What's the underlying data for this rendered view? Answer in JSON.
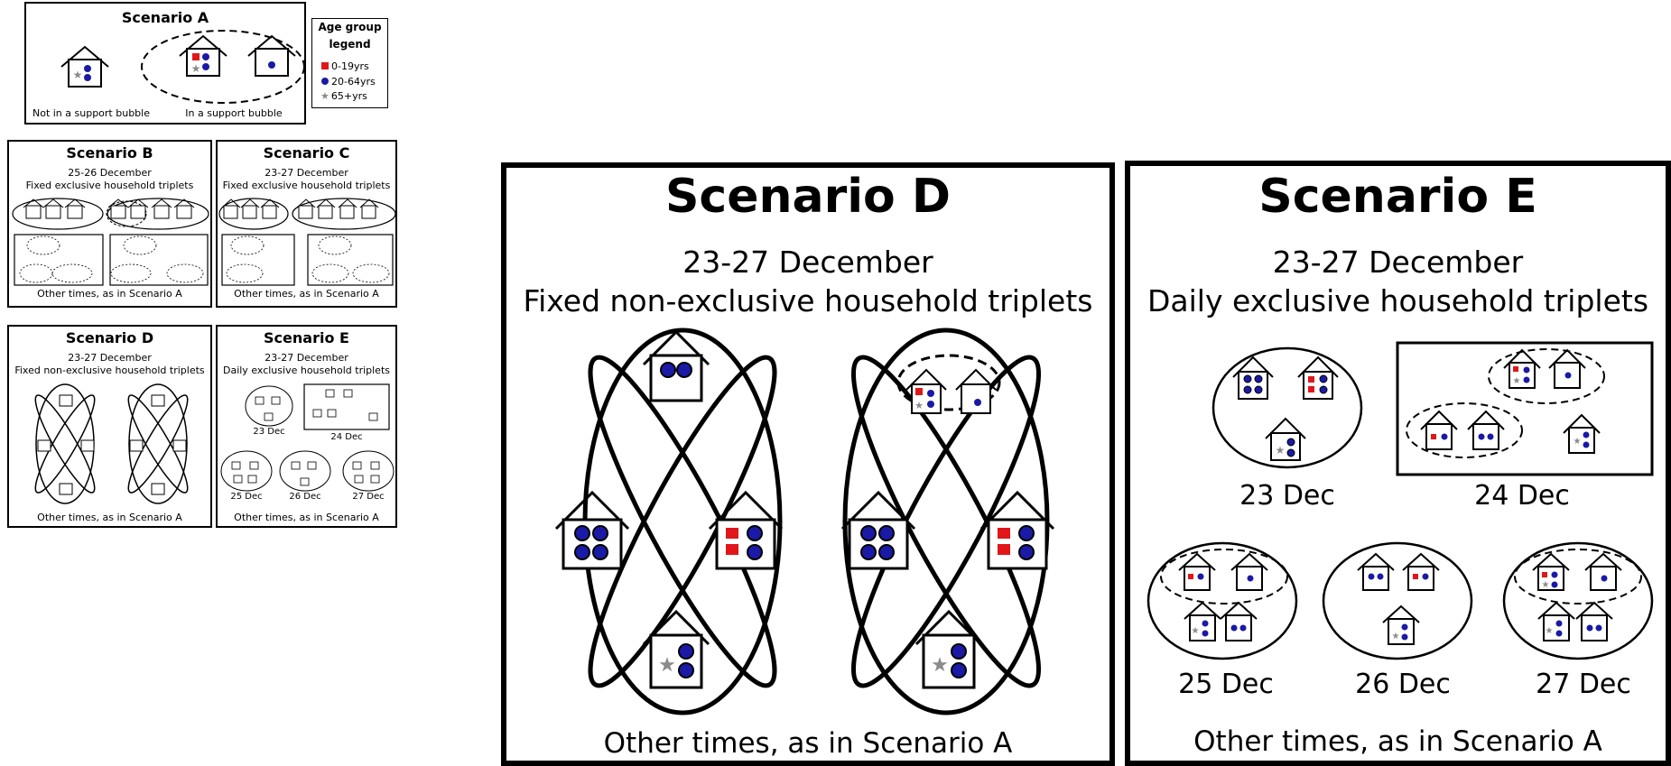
{
  "colors": {
    "child": "#e0161b",
    "adult": "#1a1aa6",
    "senior": "#8a8a8a",
    "line": "#000000"
  },
  "scenario_a": {
    "title": "Scenario A",
    "not_in_bubble": "Not in a support bubble",
    "in_bubble": "In a support bubble"
  },
  "legend": {
    "title_line1": "Age group",
    "title_line2": "legend",
    "items": [
      {
        "label": "0-19yrs",
        "icon": "red-square"
      },
      {
        "label": "20-64yrs",
        "icon": "blue-circle"
      },
      {
        "label": "65+yrs",
        "icon": "grey-star"
      }
    ]
  },
  "scenario_b": {
    "title": "Scenario B",
    "dates": "25-26 December",
    "desc": "Fixed exclusive household triplets",
    "footer": "Other times, as in Scenario A"
  },
  "scenario_c": {
    "title": "Scenario C",
    "dates": "23-27 December",
    "desc": "Fixed exclusive household triplets",
    "footer": "Other times, as in Scenario A"
  },
  "scenario_d": {
    "title": "Scenario D",
    "dates": "23-27 December",
    "desc": "Fixed non-exclusive household triplets",
    "footer": "Other times, as in Scenario A"
  },
  "scenario_e": {
    "title": "Scenario E",
    "dates": "23-27 December",
    "desc": "Daily exclusive household triplets",
    "footer": "Other times, as in Scenario A",
    "days": [
      "23 Dec",
      "24 Dec",
      "25 Dec",
      "26 Dec",
      "27 Dec"
    ]
  }
}
